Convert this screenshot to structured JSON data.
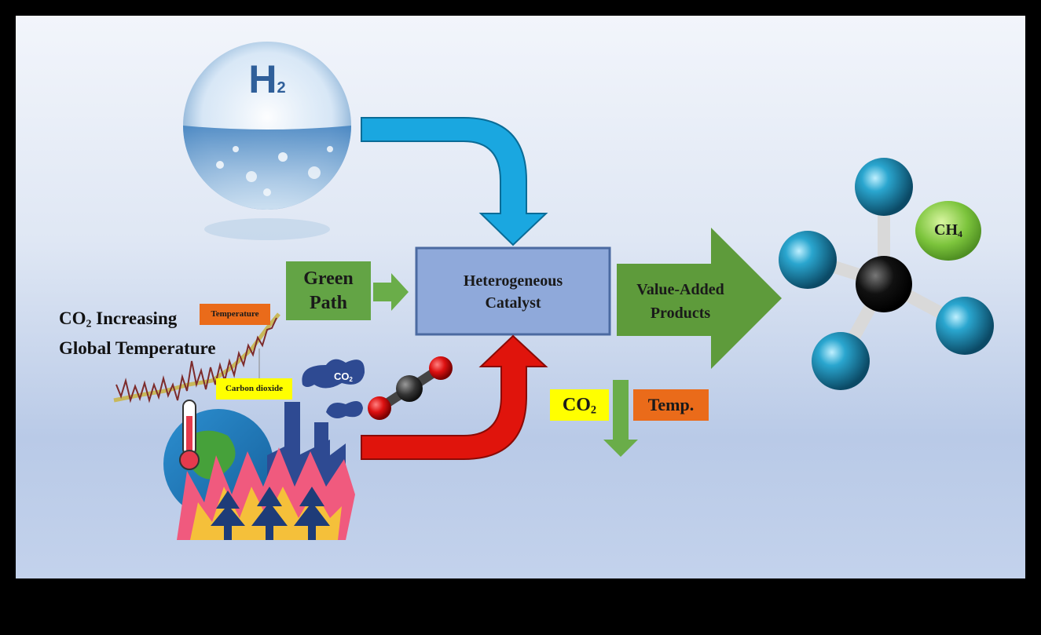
{
  "h2": {
    "letter": "H",
    "sub": "2"
  },
  "green_path": {
    "line1": "Green",
    "line2": "Path"
  },
  "catalyst": {
    "line1": "Heterogeneous",
    "line2": "Catalyst"
  },
  "products": {
    "line1": "Value-Added",
    "line2": "Products"
  },
  "ch4": {
    "letter": "CH",
    "sub": "4"
  },
  "co2_heading": {
    "co": "CO",
    "sub": "2",
    "rest": " Increasing",
    "line2": "Global Temperature"
  },
  "temperature_tag": "Temperature",
  "carbon_dioxide_tag": "Carbon dioxide",
  "smoke_co2": {
    "co": "CO",
    "sub": "2"
  },
  "co2_box": {
    "co": "CO",
    "sub": "2"
  },
  "temp_box": "Temp.",
  "colors": {
    "blue_arrow": "#1aa7e0",
    "red_arrow": "#e0140c",
    "green": "#5e9b3b",
    "catalyst": "#8fa9da",
    "yellow": "#ffff00",
    "orange": "#ea6b1a",
    "atom": "#1d8fb8"
  }
}
